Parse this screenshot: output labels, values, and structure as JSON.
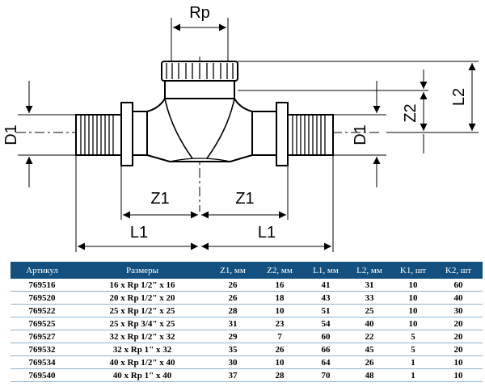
{
  "drawing": {
    "labels": {
      "rp": "Rp",
      "d1_left": "D1",
      "d1_right": "D1",
      "z1_left": "Z1",
      "z1_right": "Z1",
      "l1_left": "L1",
      "l1_right": "L1",
      "z2": "Z2",
      "l2": "L2"
    }
  },
  "table": {
    "headers": [
      "Артикул",
      "Размеры",
      "Z1, мм",
      "Z2, мм",
      "L1, мм",
      "L2, мм",
      "K1, шт",
      "K2, шт"
    ],
    "rows": [
      [
        "769516",
        "16 x Rp 1/2\" x 16",
        "26",
        "16",
        "41",
        "31",
        "10",
        "60"
      ],
      [
        "769520",
        "20 x Rp 1/2\" x 20",
        "26",
        "18",
        "43",
        "33",
        "10",
        "40"
      ],
      [
        "769522",
        "25 x Rp 1/2\" x 25",
        "28",
        "10",
        "51",
        "25",
        "10",
        "30"
      ],
      [
        "769525",
        "25 x Rp 3/4\" x 25",
        "31",
        "23",
        "54",
        "40",
        "10",
        "20"
      ],
      [
        "769527",
        "32 x Rp 1/2\" x 32",
        "29",
        "7",
        "60",
        "22",
        "5",
        "20"
      ],
      [
        "769532",
        "32 x Rp 1\" x 32",
        "35",
        "26",
        "66",
        "45",
        "5",
        "20"
      ],
      [
        "769534",
        "40 x Rp 1/2\" x 40",
        "30",
        "10",
        "64",
        "26",
        "1",
        "10"
      ],
      [
        "769540",
        "40 x Rp 1\" x 40",
        "37",
        "28",
        "70",
        "48",
        "1",
        "10"
      ]
    ]
  }
}
